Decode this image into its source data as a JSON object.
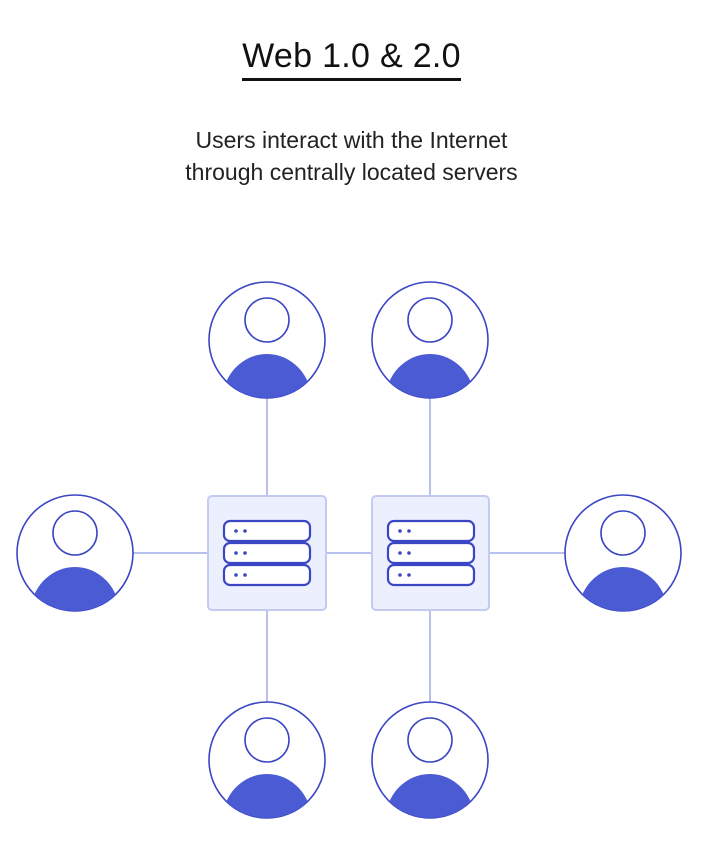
{
  "header": {
    "title": "Web 1.0 & 2.0",
    "subtitle_lines": [
      "Users interact with the Internet",
      "through centrally located servers"
    ]
  },
  "diagram": {
    "users": [
      {
        "id": "user-top-left",
        "attached_to": "server-left"
      },
      {
        "id": "user-top-right",
        "attached_to": "server-right"
      },
      {
        "id": "user-left",
        "attached_to": "server-left"
      },
      {
        "id": "user-right",
        "attached_to": "server-right"
      },
      {
        "id": "user-bottom-left",
        "attached_to": "server-left"
      },
      {
        "id": "user-bottom-right",
        "attached_to": "server-right"
      }
    ],
    "servers": [
      {
        "id": "server-left",
        "icon": "server-stack-icon",
        "units": 3
      },
      {
        "id": "server-right",
        "icon": "server-stack-icon",
        "units": 3
      }
    ],
    "server_link": [
      "server-left",
      "server-right"
    ]
  },
  "colors": {
    "accent": "#4a5bd4",
    "outline": "#3b46c4",
    "connector": "#b8c0ee",
    "server_fill": "#eceffd",
    "server_border": "#c3cbf2",
    "text": "#111111"
  }
}
